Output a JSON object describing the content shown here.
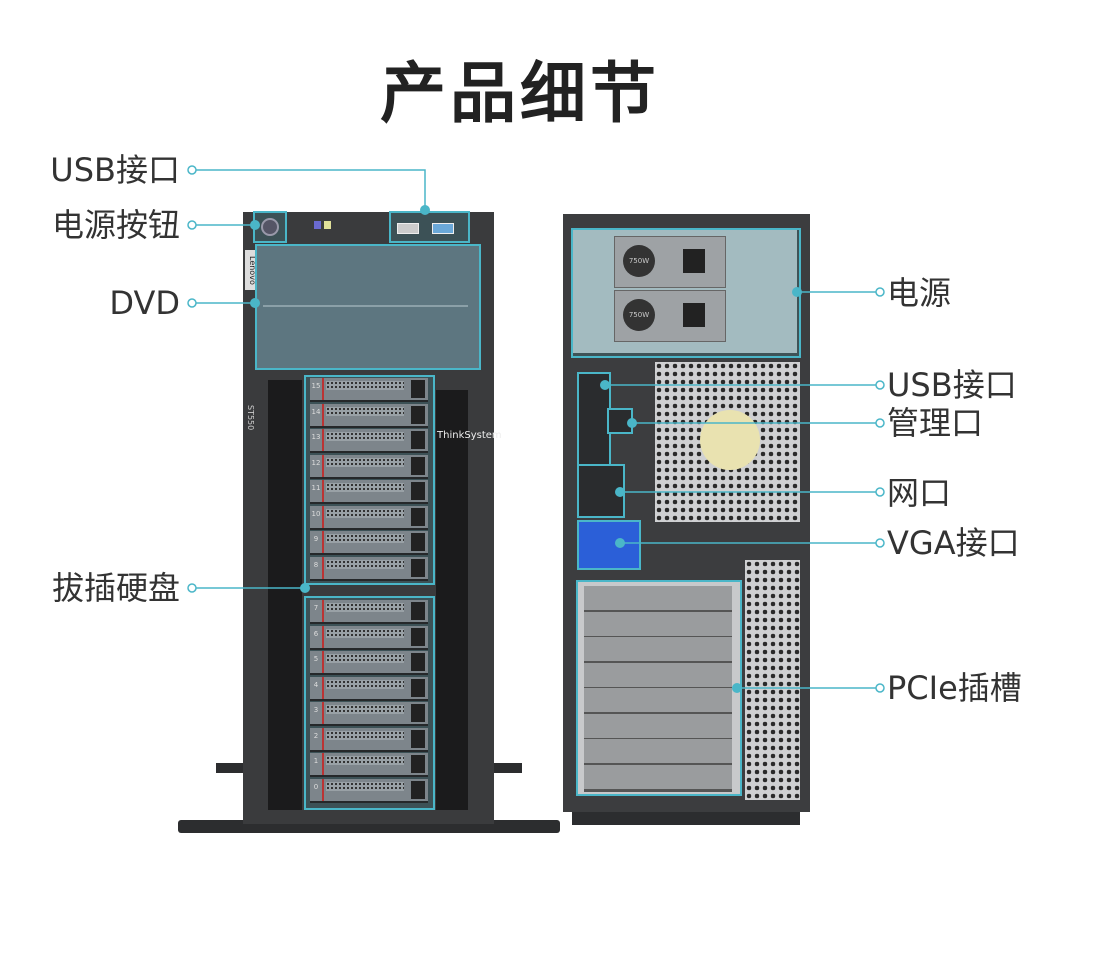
{
  "title": "产品细节",
  "labels_left": {
    "usb": "USB接口",
    "power_button": "电源按钮",
    "dvd": "DVD",
    "hot_swap_drives": "拔插硬盘"
  },
  "labels_right": {
    "power_supply": "电源",
    "usb": "USB接口",
    "management_port": "管理口",
    "network_port": "网口",
    "vga": "VGA接口",
    "pcie_slots": "PCIe插槽"
  },
  "front": {
    "brand": "Lenovo",
    "model": "ST550",
    "series": "ThinkSystem",
    "bay_numbers": [
      "15",
      "14",
      "13",
      "12",
      "11",
      "10",
      "9",
      "8",
      "7",
      "6",
      "5",
      "4",
      "3",
      "2",
      "1",
      "0"
    ]
  },
  "back": {
    "psu_rating": "750W"
  },
  "colors": {
    "callout": "#4ab6c8",
    "chassis": "#3a3b3d"
  }
}
